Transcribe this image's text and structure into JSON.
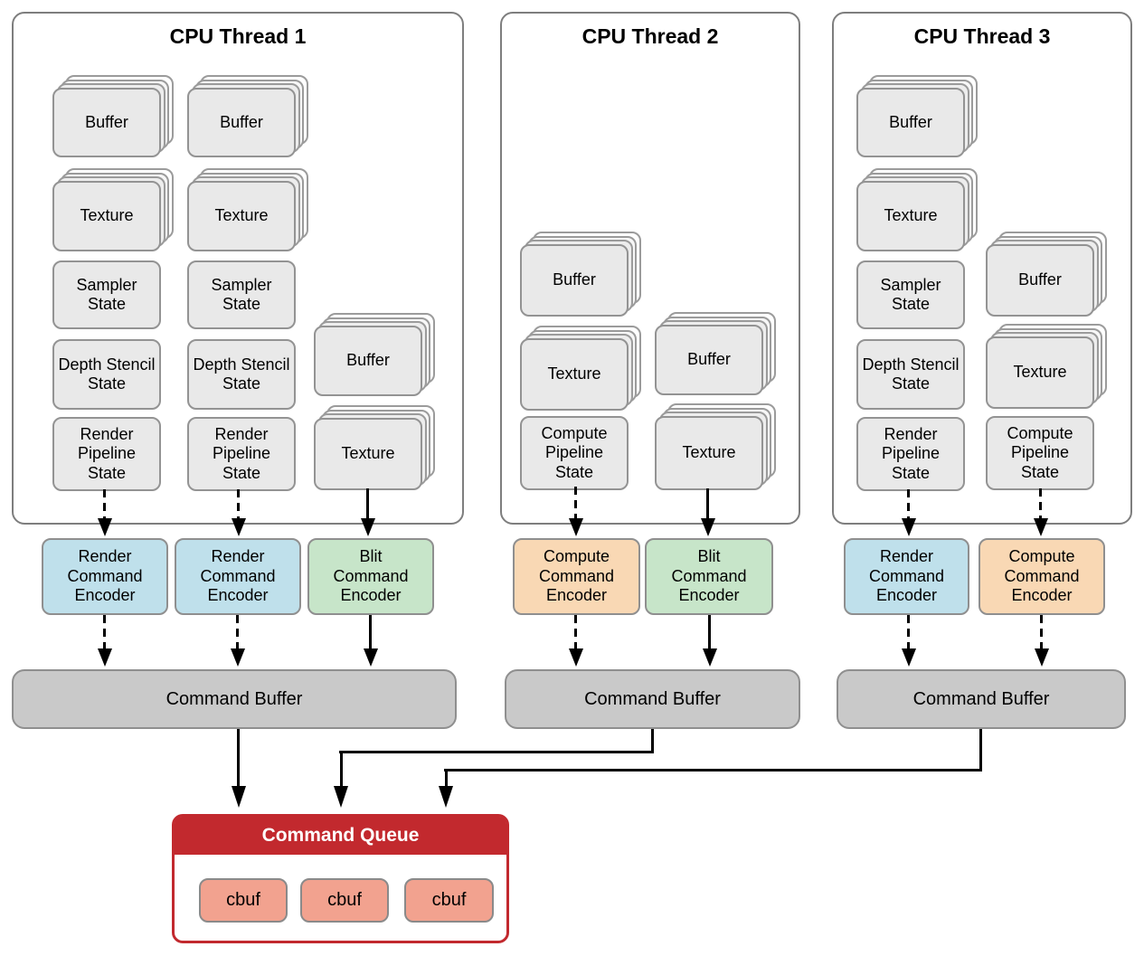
{
  "panels": [
    {
      "title": "CPU Thread 1",
      "boxes": [
        {
          "label": "Buffer",
          "stacked": true
        },
        {
          "label": "Buffer",
          "stacked": true
        },
        {
          "label": "Texture",
          "stacked": true
        },
        {
          "label": "Texture",
          "stacked": true
        },
        {
          "label": "Sampler\nState",
          "stacked": false
        },
        {
          "label": "Sampler\nState",
          "stacked": false
        },
        {
          "label": "Depth Stencil\nState",
          "stacked": false
        },
        {
          "label": "Depth Stencil\nState",
          "stacked": false
        },
        {
          "label": "Render\nPipeline\nState",
          "stacked": false
        },
        {
          "label": "Render\nPipeline\nState",
          "stacked": false
        },
        {
          "label": "Buffer",
          "stacked": true
        },
        {
          "label": "Texture",
          "stacked": true
        }
      ],
      "encoders": [
        {
          "label": "Render\nCommand\nEncoder",
          "type": "render"
        },
        {
          "label": "Render\nCommand\nEncoder",
          "type": "render"
        },
        {
          "label": "Blit\nCommand\nEncoder",
          "type": "blit"
        }
      ]
    },
    {
      "title": "CPU Thread 2",
      "boxes": [
        {
          "label": "Buffer",
          "stacked": true
        },
        {
          "label": "Texture",
          "stacked": true
        },
        {
          "label": "Compute\nPipeline\nState",
          "stacked": false
        },
        {
          "label": "Buffer",
          "stacked": true
        },
        {
          "label": "Texture",
          "stacked": true
        }
      ],
      "encoders": [
        {
          "label": "Compute\nCommand\nEncoder",
          "type": "compute"
        },
        {
          "label": "Blit\nCommand\nEncoder",
          "type": "blit"
        }
      ]
    },
    {
      "title": "CPU Thread 3",
      "boxes": [
        {
          "label": "Buffer",
          "stacked": true
        },
        {
          "label": "Texture",
          "stacked": true
        },
        {
          "label": "Sampler\nState",
          "stacked": false
        },
        {
          "label": "Depth Stencil\nState",
          "stacked": false
        },
        {
          "label": "Render\nPipeline\nState",
          "stacked": false
        },
        {
          "label": "Buffer",
          "stacked": true
        },
        {
          "label": "Texture",
          "stacked": true
        },
        {
          "label": "Compute\nPipeline\nState",
          "stacked": false
        }
      ],
      "encoders": [
        {
          "label": "Render\nCommand\nEncoder",
          "type": "render"
        },
        {
          "label": "Compute\nCommand\nEncoder",
          "type": "compute"
        }
      ]
    }
  ],
  "command_buffers": [
    {
      "label": "Command Buffer"
    },
    {
      "label": "Command Buffer"
    },
    {
      "label": "Command Buffer"
    }
  ],
  "command_queue": {
    "title": "Command Queue",
    "cbufs": [
      "cbuf",
      "cbuf",
      "cbuf"
    ]
  },
  "colors": {
    "render_encoder": "#bfe0eb",
    "compute_encoder": "#f9d8b4",
    "blit_encoder": "#c7e5c9",
    "resource_box": "#e9e9e9",
    "command_buffer": "#c9c9c9",
    "queue_red": "#c2292e",
    "cbuf": "#f2a28f"
  }
}
